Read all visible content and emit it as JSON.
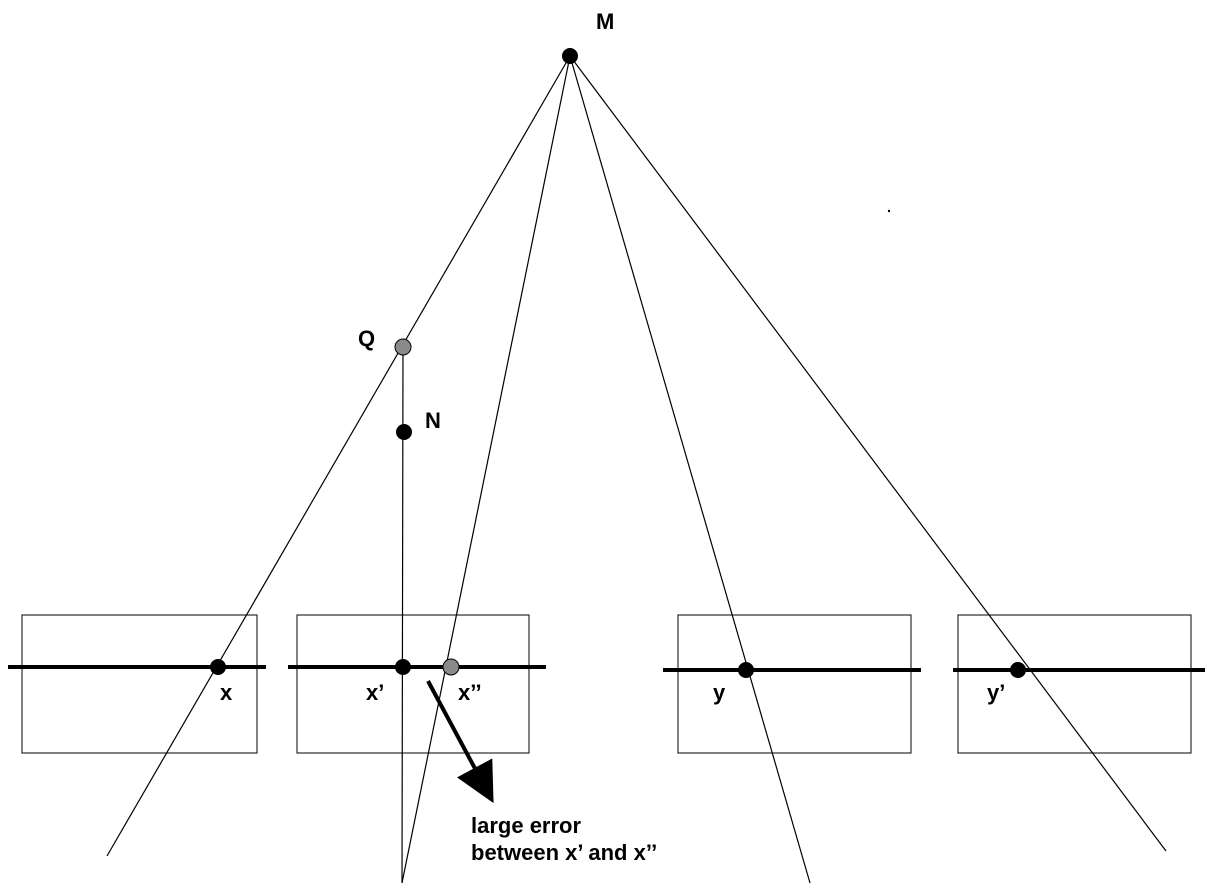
{
  "labels": {
    "M": "M",
    "Q": "Q",
    "N": "N",
    "x": "x",
    "x_prime": "x’",
    "x_double_prime": "x’’",
    "y": "y",
    "y_prime": "y’"
  },
  "annotation": {
    "line1": "large error",
    "line2": "between x’ and x’’"
  },
  "colors": {
    "line": "#000000",
    "point_black": "#000000",
    "point_gray": "#8a8a8a",
    "background": "#ffffff"
  }
}
